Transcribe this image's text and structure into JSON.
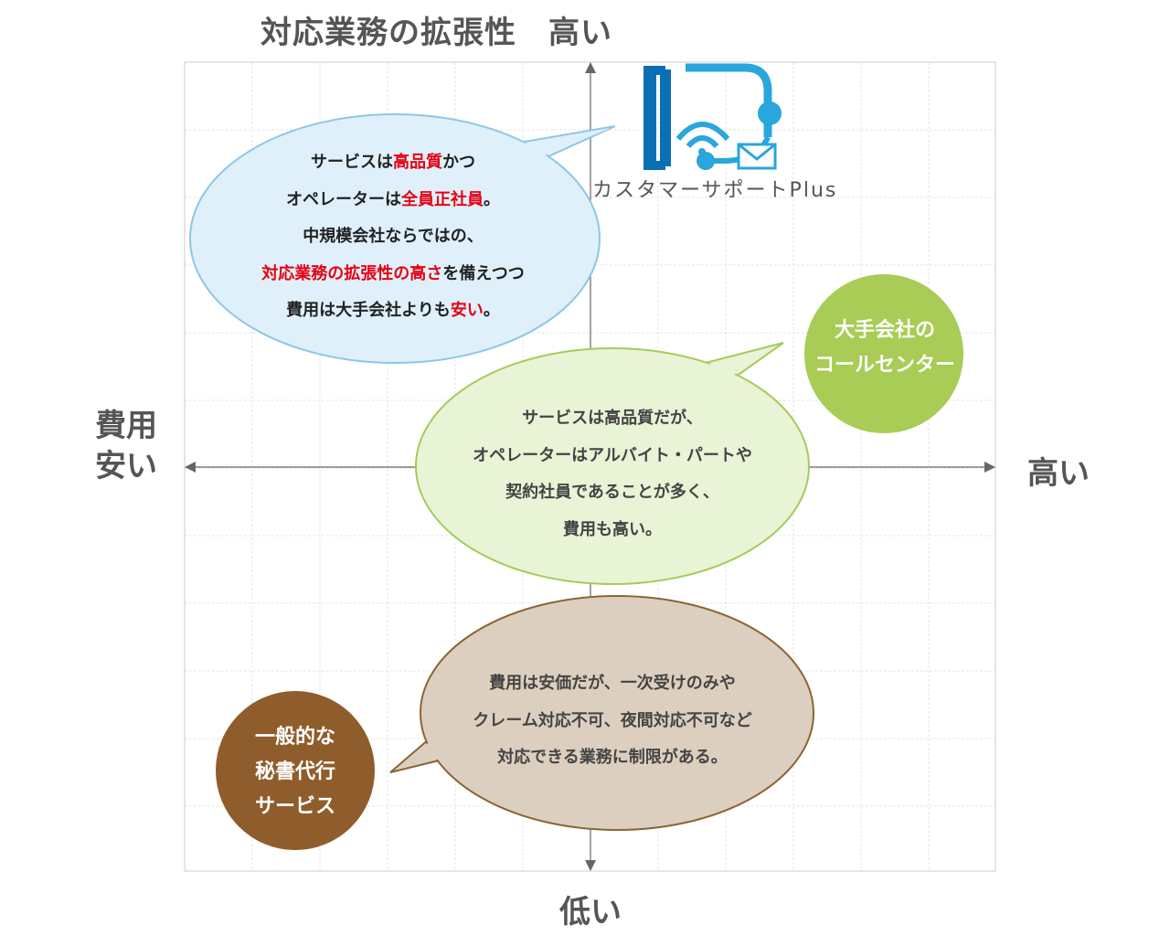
{
  "axes": {
    "top": "対応業務の拡張性　高い",
    "bottom": "低い",
    "left_line1": "費用",
    "left_line2": "安い",
    "right": "高い"
  },
  "logo": {
    "text": "カスタマーサポートPlus",
    "icon": "headset-wifi-mail-icon",
    "colors": {
      "dark_blue": "#0a6fb5",
      "light_blue": "#29a6dc"
    }
  },
  "bubble_ours": {
    "line1_a": "サービスは",
    "line1_b": "高品質",
    "line1_c": "かつ",
    "line2_a": "オペレーターは",
    "line2_b": "全員正社員",
    "line2_c": "。",
    "line3": "中規模会社ならではの、",
    "line4_a": "対応業務の拡張性の高さ",
    "line4_b": "を備えつつ",
    "line5_a": "費用は大手会社よりも",
    "line5_b": "安い",
    "line5_c": "。",
    "fill": "#dff0fa",
    "stroke": "#8ec6e6"
  },
  "bubble_big": {
    "lines": [
      "サービスは高品質だが、",
      "オペレーターはアルバイト・パートや",
      "契約社員であることが多く、",
      "費用も高い。"
    ],
    "fill": "#e9f3d6",
    "stroke": "#a3cc5a"
  },
  "bubble_secretary": {
    "lines": [
      "費用は安価だが、一次受けのみや",
      "クレーム対応不可、夜間対応不可など",
      "対応できる業務に制限がある。"
    ],
    "fill": "#ddcfbf",
    "stroke": "#8a6535"
  },
  "circle_big": {
    "lines": [
      "大手会社の",
      "コールセンター"
    ],
    "fill": "#a8cc55"
  },
  "circle_secretary": {
    "lines": [
      "一般的な",
      "秘書代行",
      "サービス"
    ],
    "fill": "#8f5d2c"
  }
}
